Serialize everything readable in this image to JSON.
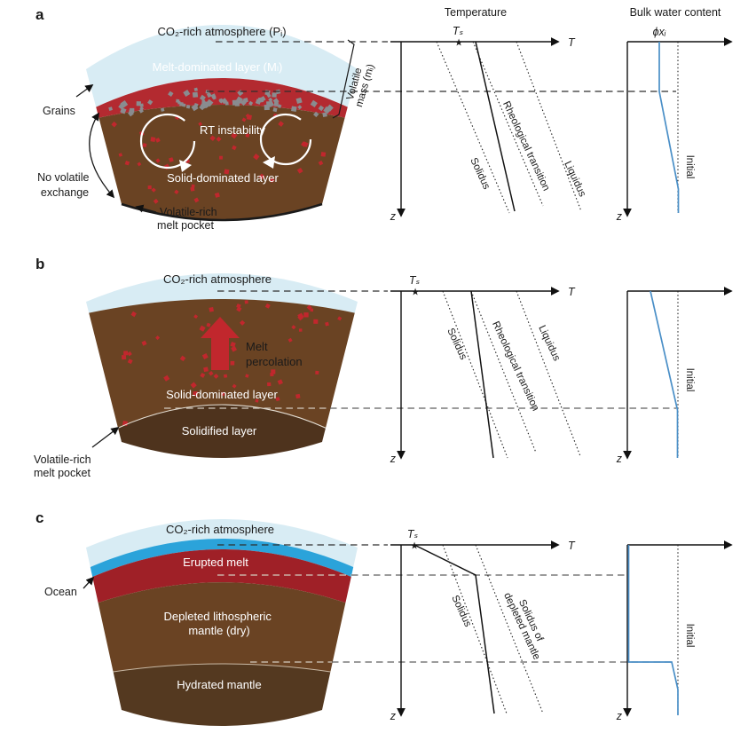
{
  "figure": {
    "panel_a_letter": "a",
    "panel_b_letter": "b",
    "panel_c_letter": "c",
    "temp_title": "Temperature",
    "water_title": "Bulk water content"
  },
  "axes": {
    "t_label": "T",
    "z_label": "z",
    "ts_label": "Tₛ",
    "phi_label": "ϕxᵢ",
    "star_icon": "★",
    "initial_label": "Initial"
  },
  "curves": {
    "solidus": "Solidus",
    "rheological": "Rheological transition",
    "liquidus": "Liquidus",
    "solidus_depleted_1": "Solidus of",
    "solidus_depleted_2": "depleted mantle"
  },
  "panel_a": {
    "atmosphere": "CO₂-rich atmosphere (Pᵢ)",
    "melt_layer": "Melt-dominated layer (Mₗ)",
    "rt": "RT instability",
    "solid_layer": "Solid-dominated layer",
    "grains": "Grains",
    "no_volatile_1": "No volatile",
    "no_volatile_2": "exchange",
    "pocket_1": "Volatile-rich",
    "pocket_2": "melt pocket",
    "volatile_mass_1": "Volatile",
    "volatile_mass_2": "mass (mᵢ)"
  },
  "panel_b": {
    "atmosphere": "CO₂-rich atmosphere",
    "melt_perc_1": "Melt",
    "melt_perc_2": "percolation",
    "solid_layer": "Solid-dominated layer",
    "solidified_layer": "Solidified layer",
    "pocket_1": "Volatile-rich",
    "pocket_2": "melt pocket"
  },
  "panel_c": {
    "atmosphere": "CO₂-rich atmosphere",
    "ocean": "Ocean",
    "erupted": "Erupted melt",
    "depleted_1": "Depleted lithospheric",
    "depleted_2": "mantle (dry)",
    "hydrated": "Hydrated mantle"
  },
  "colors": {
    "atmosphere": "#d8ecf4",
    "melt_red": "#b32a30",
    "erupted_red": "#9f2027",
    "ocean_blue": "#2ba3da",
    "solid_brown": "#6a4323",
    "solidified_brown": "#4e331d",
    "hydrated_brown": "#543920",
    "grain_gray": "#898c8f",
    "square_red": "#c1272d",
    "water_line": "#4a8fc7"
  }
}
